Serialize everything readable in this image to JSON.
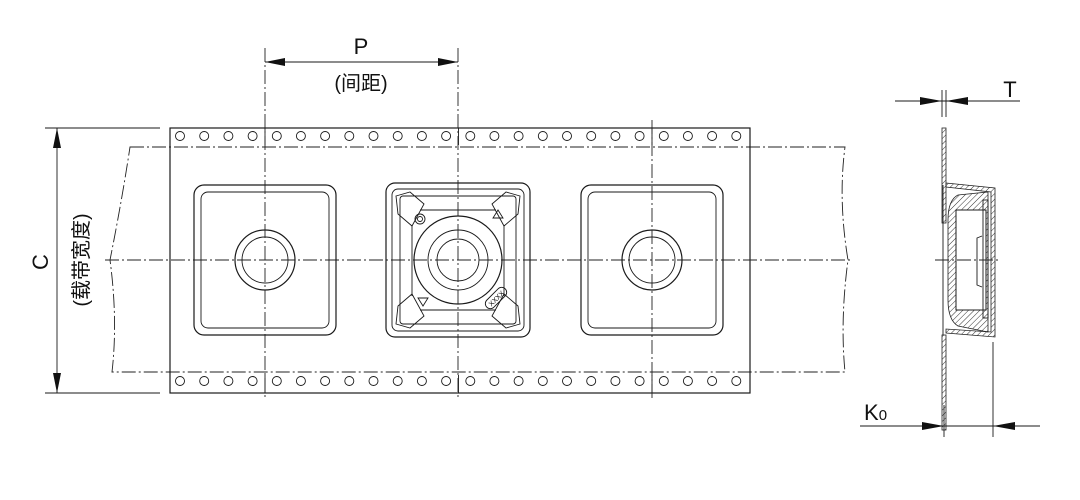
{
  "diagram": {
    "pitch_label": "P",
    "pitch_caption": "(间距)",
    "width_label": "C",
    "width_caption": "(载带宽度)",
    "thickness_label": "T",
    "depth_label": "K",
    "depth_subscript": "0",
    "marking_text": "XXXX",
    "pocket_count": 3,
    "sprocket_holes_per_pitch": 8
  }
}
